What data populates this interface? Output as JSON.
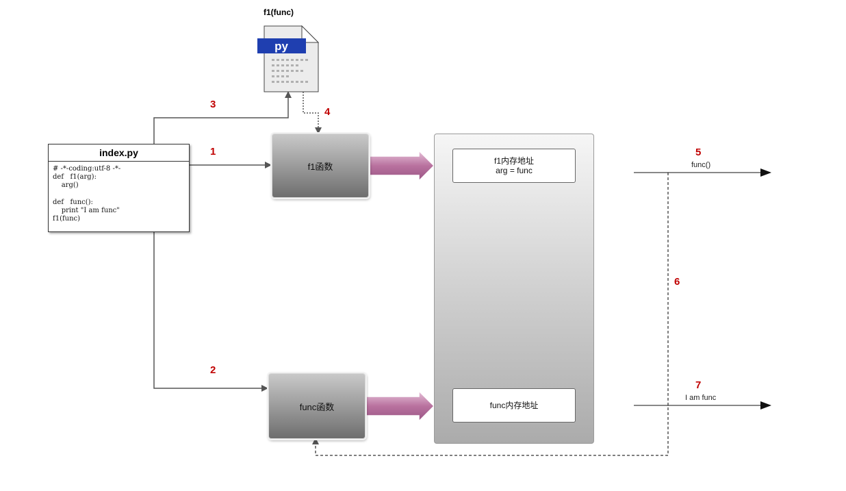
{
  "file_icon": {
    "title": "f1(func)",
    "badge": "py",
    "badge_color": "#1f3fb0"
  },
  "code_box": {
    "title": "index.py",
    "lines": "# -*-coding:utf-8 -*-\ndef   f1(arg):\n    arg()\n\ndef   func():\n    print \"I am func\"\nf1(func)"
  },
  "f1_box": {
    "label": "f1函数"
  },
  "func_box": {
    "label": "func函数"
  },
  "memory": {
    "f1_slot": {
      "line1": "f1内存地址",
      "line2": "arg = func"
    },
    "func_slot": {
      "label": "func内存地址"
    }
  },
  "calls": {
    "call_label": "func()",
    "output_label": "I am func"
  },
  "steps": {
    "s1": "1",
    "s2": "2",
    "s3": "3",
    "s4": "4",
    "s5": "5",
    "s6": "6",
    "s7": "7"
  },
  "colors": {
    "step_red": "#c00000",
    "flow_arrow": "#b9729f",
    "wire": "#555555"
  }
}
